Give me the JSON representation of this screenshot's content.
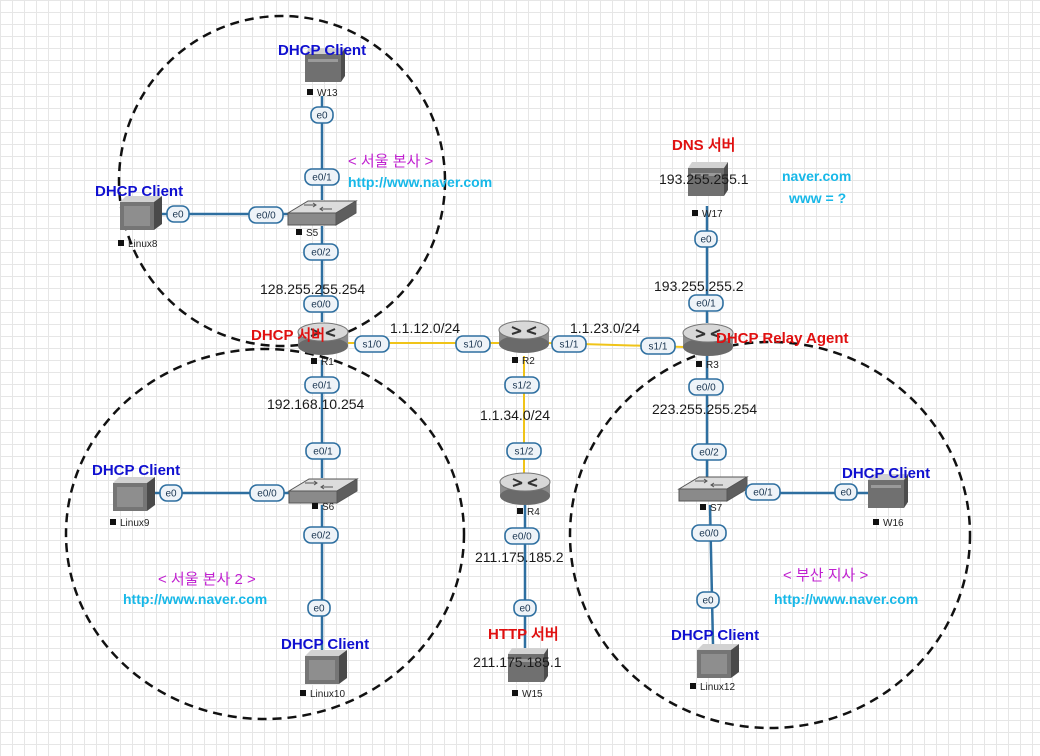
{
  "colors": {
    "ethernet_link": "#2e6fa0",
    "serial_link": "#f0c419",
    "port_border": "#2e6fa0",
    "client_label": "#1010d0",
    "server_label": "#e01010",
    "url_label": "#17b8e8",
    "site_label": "#c020d0"
  },
  "nodes": {
    "W13": {
      "name": "W13",
      "role": "DHCP Client",
      "icon": "server-icon"
    },
    "Linux8": {
      "name": "Linux8",
      "role": "DHCP Client",
      "icon": "desktop-icon"
    },
    "S5": {
      "name": "S5",
      "icon": "switch-icon"
    },
    "R1": {
      "name": "R1",
      "role": "DHCP 서버",
      "icon": "router-icon"
    },
    "S6": {
      "name": "S6",
      "icon": "switch-icon"
    },
    "Linux9": {
      "name": "Linux9",
      "role": "DHCP Client",
      "icon": "desktop-icon"
    },
    "Linux10": {
      "name": "Linux10",
      "role": "DHCP Client",
      "icon": "desktop-icon"
    },
    "R2": {
      "name": "R2",
      "icon": "router-icon"
    },
    "R4": {
      "name": "R4",
      "icon": "router-icon"
    },
    "W15": {
      "name": "W15",
      "role": "HTTP 서버",
      "icon": "server-icon"
    },
    "R3": {
      "name": "R3",
      "role": "DHCP Relay Agent",
      "icon": "router-icon"
    },
    "W17": {
      "name": "W17",
      "role": "DNS 서버",
      "icon": "server-icon"
    },
    "S7": {
      "name": "S7",
      "icon": "switch-icon"
    },
    "W16": {
      "name": "W16",
      "role": "DHCP Client",
      "icon": "server-icon"
    },
    "Linux12": {
      "name": "Linux12",
      "role": "DHCP Client",
      "icon": "desktop-icon"
    }
  },
  "ports": {
    "w13_e0": "e0",
    "s5_e01": "e0/1",
    "linux8_e0": "e0",
    "s5_e00": "e0/0",
    "s5_e02": "e0/2",
    "r1_e00": "e0/0",
    "r1_s10": "s1/0",
    "r1_e01": "e0/1",
    "s6_e01": "e0/1",
    "linux9_e0": "e0",
    "s6_e00": "e0/0",
    "s6_e02": "e0/2",
    "linux10_e0": "e0",
    "r2_s10": "s1/0",
    "r2_s11": "s1/1",
    "r2_s12": "s1/2",
    "r4_s12": "s1/2",
    "r4_e00": "e0/0",
    "w15_e0": "e0",
    "r3_s11": "s1/1",
    "w17_e0": "e0",
    "r3_e01": "e0/1",
    "r3_e00": "e0/0",
    "s7_e02": "e0/2",
    "s7_e01": "e0/1",
    "w16_e0": "e0",
    "s7_e00": "e0/0",
    "linux12_e0": "e0"
  },
  "addresses": {
    "r1_e00": "128.255.255.254",
    "r1_e01": "192.168.10.254",
    "net_r1_r2": "1.1.12.0/24",
    "net_r2_r3": "1.1.23.0/24",
    "net_r2_r4": "1.1.34.0/24",
    "r4_e00": "211.175.185.2",
    "w15_ip": "211.175.185.1",
    "w17_ip": "193.255.255.1",
    "r3_e01": "193.255.255.2",
    "r3_e00": "223.255.255.254"
  },
  "sites": {
    "seoul1": {
      "title": "< 서울 본사 >",
      "url": "http://www.naver.com"
    },
    "seoul2": {
      "title": "< 서울 본사 2 >",
      "url": "http://www.naver.com"
    },
    "busan": {
      "title": "< 부산  지사  >",
      "url": "http://www.naver.com"
    }
  },
  "dns_query": {
    "domain": "naver.com",
    "question": "www = ?"
  }
}
